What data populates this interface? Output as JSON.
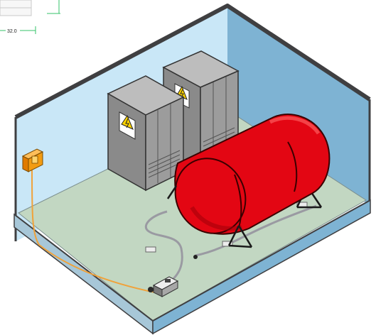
{
  "dimension": {
    "value": "32.0"
  },
  "colors": {
    "wall_light": "#c9e7f7",
    "wall_dark": "#7eb3d3",
    "wall_top": "#3f3f41",
    "floor": "#c2d7c2",
    "floor_edge": "#a7c7d8",
    "cabinet": "#9c9c9c",
    "cabinet_dark": "#7b7b7b",
    "cabinet_light": "#bdbdbd",
    "tank": "#e30613",
    "tank_dark": "#a0000a",
    "tank_highlight": "#ff6b6b",
    "cable_orange": "#f0a23a",
    "cable_gray": "#9a9aa2",
    "warning_yellow": "#ffd400",
    "box_orange": "#f39c12",
    "dim_green": "#36c36a"
  },
  "objects": {
    "cabinets": [
      {
        "name": "cabinet-left",
        "warning_icon": "lightning-warning-icon"
      },
      {
        "name": "cabinet-right",
        "warning_icon": "lightning-warning-icon"
      }
    ],
    "tank": {
      "name": "pressure-tank"
    },
    "wall_box": {
      "name": "wall-junction-box"
    },
    "floor_box": {
      "name": "floor-junction-box"
    }
  }
}
